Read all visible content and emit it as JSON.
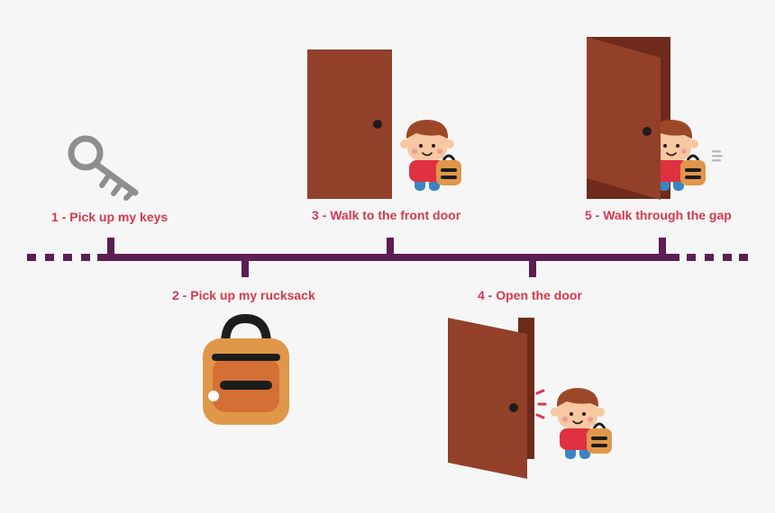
{
  "steps": [
    {
      "label": "1 - Pick up my keys"
    },
    {
      "label": "2 - Pick up my rucksack"
    },
    {
      "label": "3 - Walk to the front door"
    },
    {
      "label": "4 - Open the door"
    },
    {
      "label": "5 - Walk through the gap"
    }
  ],
  "colors": {
    "timeline": "#5b1f53",
    "label": "#d33a4b",
    "door": "#93402a",
    "door_dark": "#6e2a1a",
    "hair": "#9c4828",
    "skin": "#f7c8a1",
    "shirt": "#df3140",
    "trousers": "#3b84c4",
    "bag": "#e0974a",
    "bag_inner": "#d46f35",
    "key": "#8e8e8e"
  },
  "icons": [
    "key-icon",
    "rucksack-icon",
    "door-icon",
    "child-icon"
  ]
}
